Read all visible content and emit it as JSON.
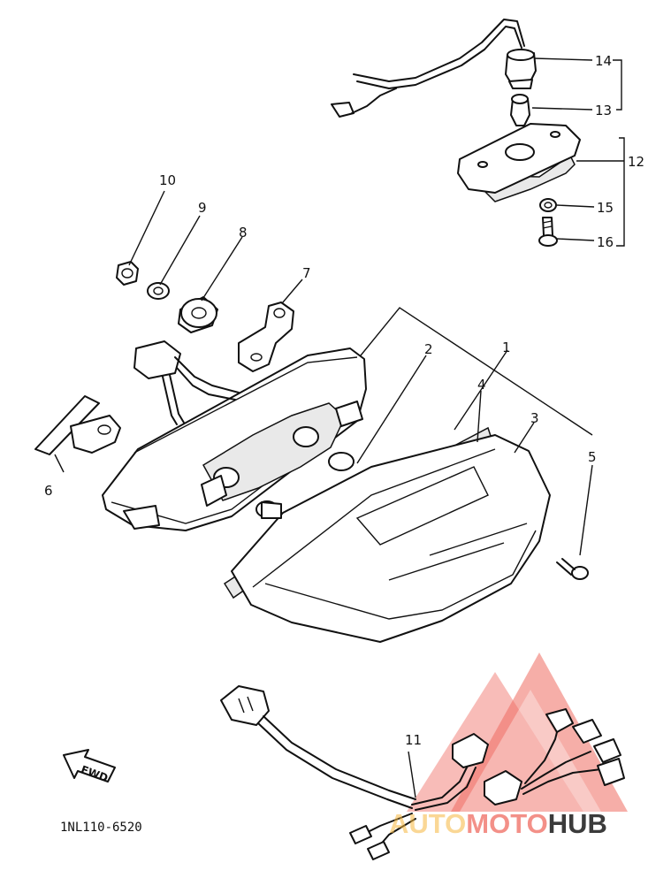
{
  "diagram": {
    "callouts": {
      "c1": "1",
      "c2": "2",
      "c3": "3",
      "c4": "4",
      "c5": "5",
      "c6": "6",
      "c7": "7",
      "c8": "8",
      "c9": "9",
      "c10": "10",
      "c11": "11",
      "c12": "12",
      "c13": "13",
      "c14": "14",
      "c15": "15",
      "c16": "16"
    },
    "part_code": "1NL110-6520",
    "fwd_label": "FWD"
  },
  "watermark": {
    "part1": "AUTO",
    "part2": "MOTO",
    "part3": "HUB"
  },
  "colors": {
    "watermark_red": "#ef6b61",
    "watermark_orange": "#f6b840",
    "watermark_dark": "#3b3b3b"
  }
}
